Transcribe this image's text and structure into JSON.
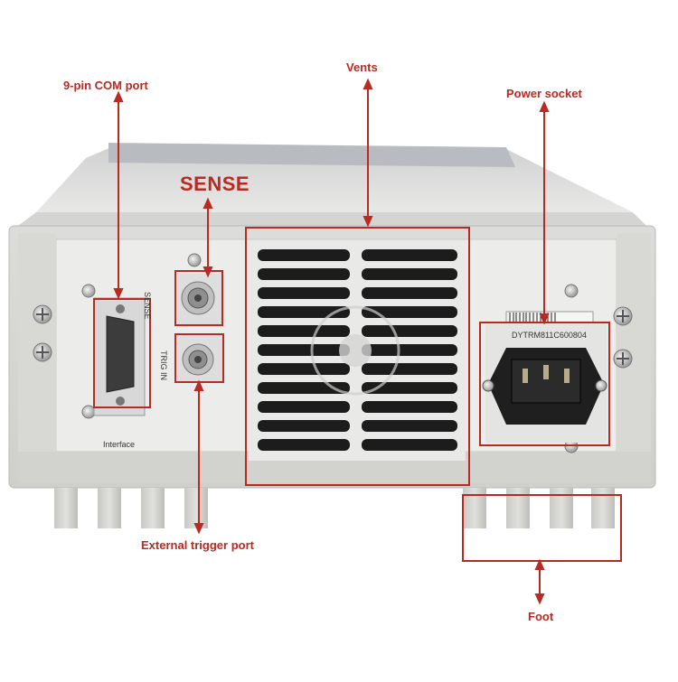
{
  "annotations": {
    "com_port": "9-pin COM port",
    "sense": "SENSE",
    "vents": "Vents",
    "power_socket": "Power socket",
    "external_trigger": "External trigger port",
    "foot": "Foot"
  },
  "panel_labels": {
    "sense_port": "SENSE",
    "trig_in": "TRIG IN",
    "interface": "Interface",
    "serial_number": "DYTRM811C600804"
  },
  "colors": {
    "annotation": "#b82a22",
    "chassis": "#e6e6e4",
    "back_plate": "#ececea",
    "vent_slots": "#1c1c1c"
  }
}
